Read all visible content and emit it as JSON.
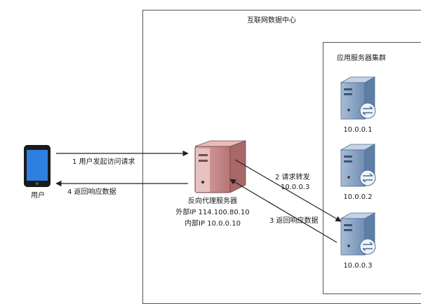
{
  "data_center": {
    "title": "互联网数据中心"
  },
  "cluster": {
    "title": "应用服务器集群",
    "servers": [
      {
        "ip": "10.0.0.1"
      },
      {
        "ip": "10.0.0.2"
      },
      {
        "ip": "10.0.0.3"
      }
    ]
  },
  "user": {
    "label": "用户"
  },
  "proxy": {
    "name": "反向代理服务器",
    "external": "外部IP 114.100.80.10",
    "internal": "内部IP 10.0.0.10"
  },
  "flows": {
    "step1": "1 用户发起访问请求",
    "step2": "2 请求转发",
    "step2_target": "10.0.0.3",
    "step3": "3 返回响应数据",
    "step4": "4 返回响应数据"
  },
  "colors": {
    "proxy_body": "#c98f8f",
    "server_body": "#8fa8c8",
    "phone_screen": "#2f7fe0",
    "arrow": "#222222"
  },
  "icons": {
    "user": "smartphone-icon",
    "proxy": "tower-server-icon",
    "server": "tower-server-with-network-icon"
  }
}
